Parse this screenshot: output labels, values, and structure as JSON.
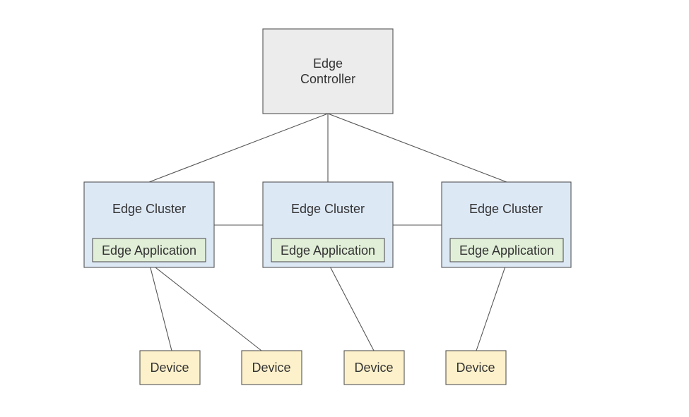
{
  "controller": {
    "line1": "Edge",
    "line2": "Controller",
    "fill": "#ececec"
  },
  "clusters": [
    {
      "label": "Edge Cluster",
      "app_label": "Edge Application"
    },
    {
      "label": "Edge Cluster",
      "app_label": "Edge Application"
    },
    {
      "label": "Edge Cluster",
      "app_label": "Edge Application"
    }
  ],
  "devices": [
    {
      "label": "Device"
    },
    {
      "label": "Device"
    },
    {
      "label": "Device"
    },
    {
      "label": "Device"
    }
  ],
  "colors": {
    "cluster_fill": "#dde8f5",
    "application_fill": "#e1efd8",
    "device_fill": "#fdf1cb",
    "stroke": "#555555"
  }
}
